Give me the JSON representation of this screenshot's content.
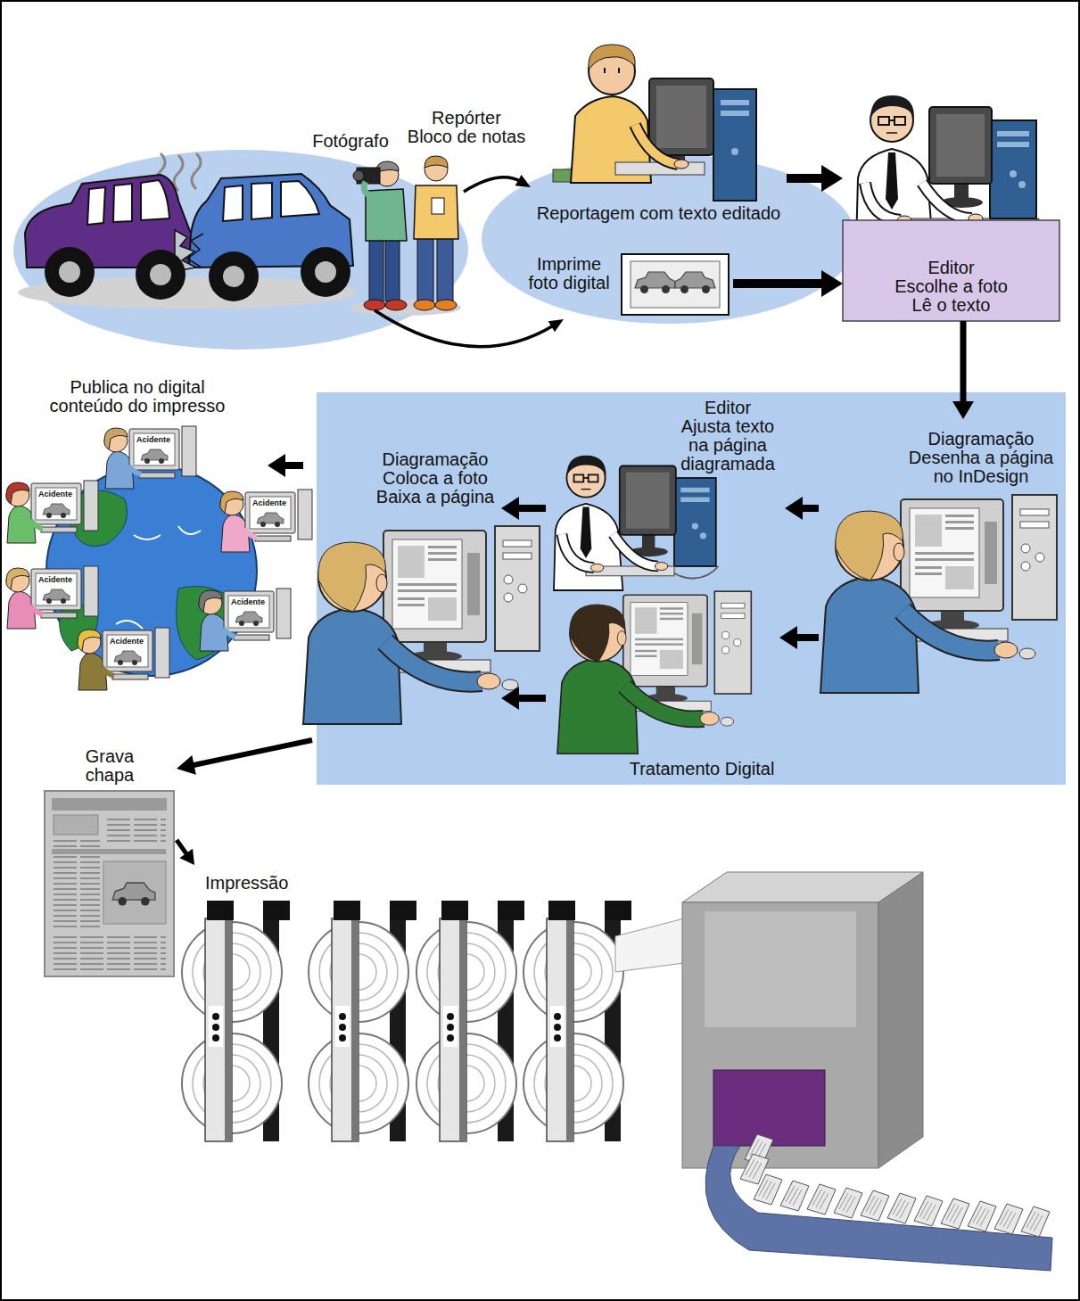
{
  "diagram": {
    "nodes": [
      {
        "text": [
          "Fotógrafo"
        ]
      },
      {
        "text": [
          "Repórter",
          "Bloco de notas"
        ]
      },
      {
        "text": [
          "Reportagem com texto editado"
        ]
      },
      {
        "text": [
          "Imprime foto digital"
        ]
      },
      {
        "text": [
          "Editor",
          "Escolhe a foto Lê o texto"
        ]
      },
      {
        "text": [
          "Diagramação",
          "Desenha a página no InDesign"
        ]
      },
      {
        "text": [
          "Editor",
          "Ajusta texto na página diagramada"
        ]
      },
      {
        "text": [
          "Tratamento Digital"
        ]
      },
      {
        "text": [
          "Diagramação",
          "Coloca a foto Baixa a página"
        ]
      },
      {
        "text": [
          "Publica no digital conteúdo do impresso"
        ]
      },
      {
        "text": [
          "Grava chapa"
        ]
      },
      {
        "text": [
          "Impressão"
        ]
      }
    ],
    "edges": [
      {
        "from": 1,
        "to": 2,
        "arrow": "to"
      },
      {
        "from": 0,
        "to": 3,
        "arrow": "to"
      },
      {
        "from": 2,
        "to": 4,
        "arrow": "to"
      },
      {
        "from": 3,
        "to": 4,
        "arrow": "to"
      },
      {
        "from": 4,
        "to": 5,
        "arrow": "to"
      },
      {
        "from": 5,
        "to": 6,
        "arrow": "to"
      },
      {
        "from": 5,
        "to": 7,
        "arrow": "to"
      },
      {
        "from": 6,
        "to": 8,
        "arrow": "to"
      },
      {
        "from": 7,
        "to": 8,
        "arrow": "to"
      },
      {
        "from": 8,
        "to": 9,
        "arrow": "to"
      },
      {
        "from": 8,
        "to": 10,
        "arrow": "to"
      },
      {
        "from": 10,
        "to": 11,
        "arrow": "to"
      }
    ],
    "labels": [
      "Acidente",
      "Acidente",
      "Acidente",
      "Acidente",
      "Acidente",
      "Acidente"
    ]
  }
}
